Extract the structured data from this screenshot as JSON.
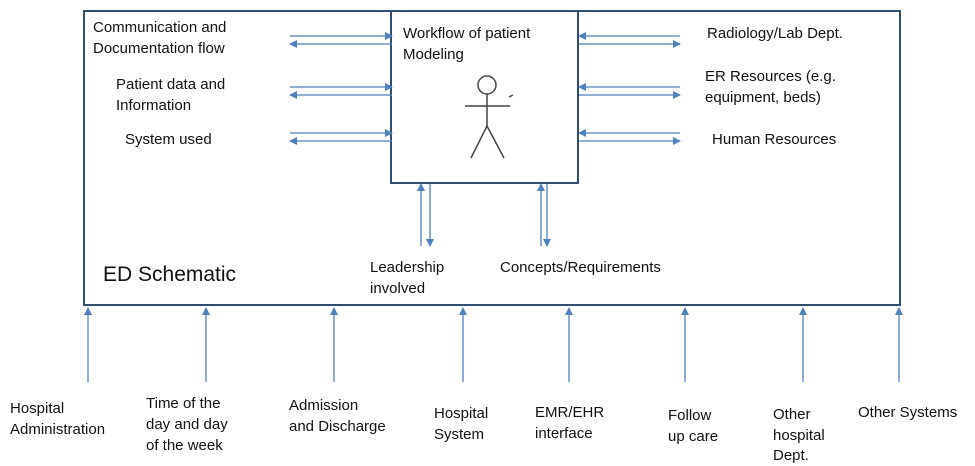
{
  "title": "ED Schematic",
  "center_box": {
    "lines": [
      "Workflow of patient",
      "Modeling"
    ]
  },
  "left_items": [
    {
      "lines": [
        "Communication and",
        "Documentation flow"
      ]
    },
    {
      "lines": [
        "Patient data and",
        "Information"
      ]
    },
    {
      "lines": [
        "System used"
      ]
    }
  ],
  "right_items": [
    {
      "lines": [
        "Radiology/Lab Dept."
      ]
    },
    {
      "lines": [
        "ER Resources (e.g.",
        "equipment, beds)"
      ]
    },
    {
      "lines": [
        "Human Resources"
      ]
    }
  ],
  "inner_bottom": [
    {
      "lines": [
        "Leadership",
        "involved"
      ]
    },
    {
      "lines": [
        "Concepts/Requirements"
      ]
    }
  ],
  "bottom_inputs": [
    {
      "lines": [
        "Hospital",
        "Administration"
      ]
    },
    {
      "lines": [
        "Time of the",
        "day and day",
        "of the week"
      ]
    },
    {
      "lines": [
        "Admission",
        "and Discharge"
      ]
    },
    {
      "lines": [
        "Hospital",
        "System"
      ]
    },
    {
      "lines": [
        "EMR/EHR",
        "interface"
      ]
    },
    {
      "lines": [
        "Follow",
        "up care"
      ]
    },
    {
      "lines": [
        "Other",
        "hospital",
        "Dept."
      ]
    },
    {
      "lines": [
        "Other Systems"
      ]
    }
  ],
  "colors": {
    "box_border": "#2f4f73",
    "arrow": "#4f81bd"
  }
}
